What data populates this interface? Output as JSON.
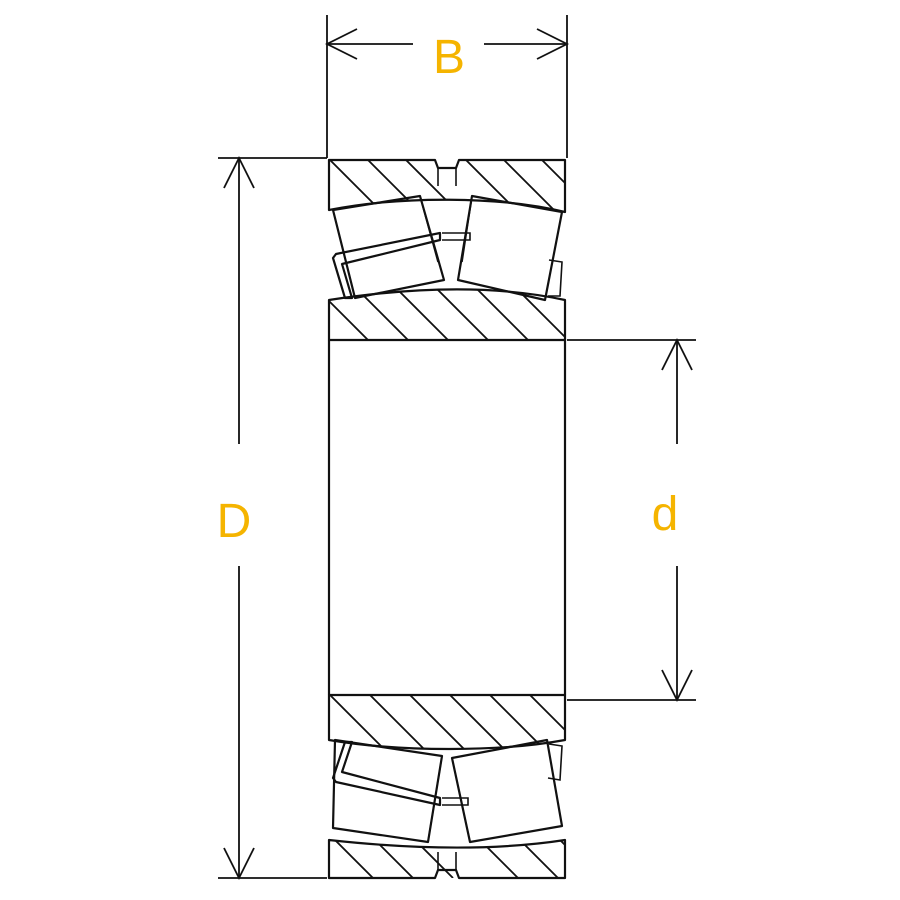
{
  "labels": {
    "width": "B",
    "outer_diameter": "D",
    "bore_diameter": "d"
  },
  "colors": {
    "label": "#f5b400",
    "line": "#111111",
    "background": "#ffffff"
  }
}
